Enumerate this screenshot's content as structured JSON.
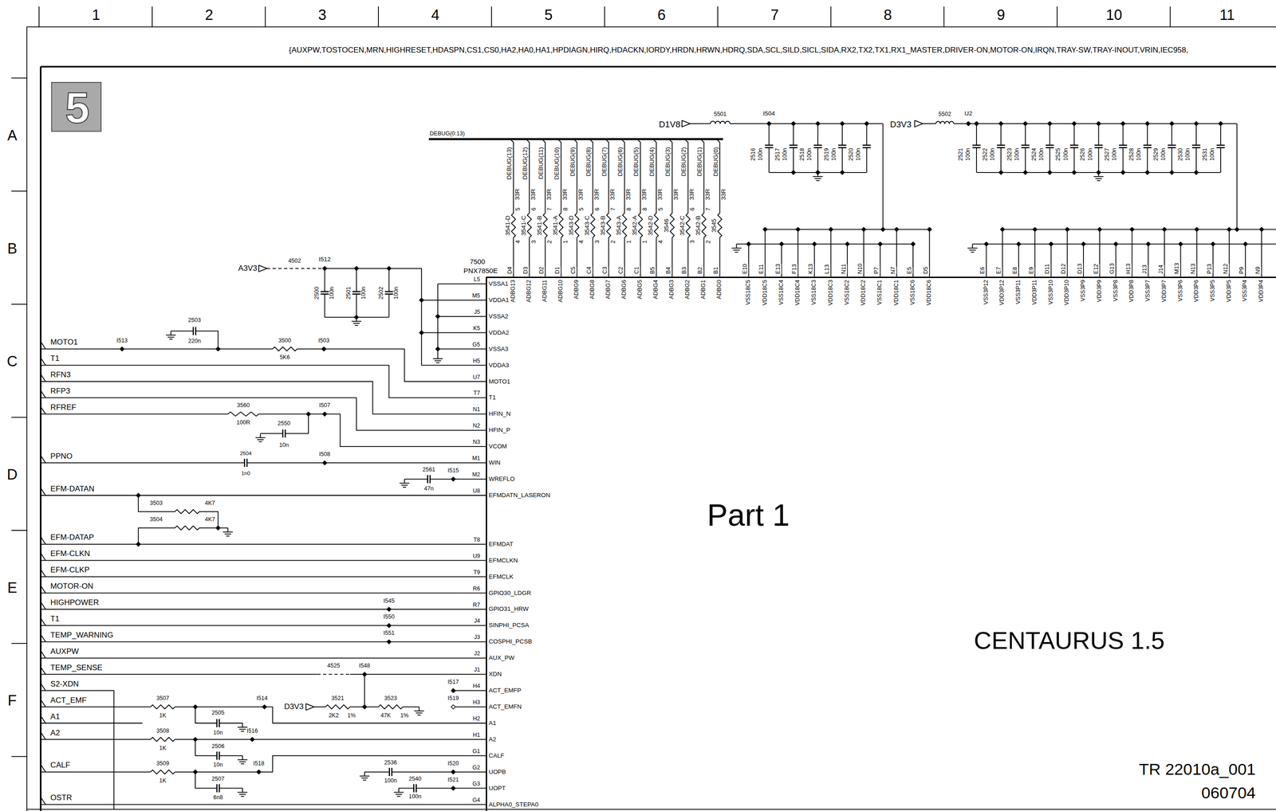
{
  "diagram": {
    "nodes": [
      {
        "text": [
          "5"
        ]
      },
      {
        "text": [
          "7500",
          "PNX7850E",
          "Part 1"
        ]
      }
    ],
    "labels": [
      "1",
      "2",
      "3",
      "4",
      "5",
      "6",
      "7",
      "8",
      "9",
      "10",
      "11",
      "A",
      "B",
      "C",
      "D",
      "E",
      "F",
      "{AUXPW,TOSTOCEN,MRN,HIGHRESET,HDASPN,CS1,CS0,HA2,HA0,HA1,HPDIAGN,HIRQ,HDACKN,IORDY,HRDN,HRWN,HDRQ,SDA,SCL,SILD,SICL,SIDA,RX2,TX2,TX1,RX1_MASTER,DRIVER-ON,MOTOR-ON,IRQN,TRAY-SW,TRAY-INOUT,VRIN,IEC958,",
      "DEBUG(0:13)",
      "DEBUG(13)",
      "DEBUG(12)",
      "DEBUG(11)",
      "DEBUG(10)",
      "DEBUG(9)",
      "DEBUG(8)",
      "DEBUG(7)",
      "DEBUG(6)",
      "DEBUG(5)",
      "DEBUG(4)",
      "DEBUG(3)",
      "DEBUG(2)",
      "DEBUG(1)",
      "DEBUG(0)",
      "33R",
      "33R",
      "33R",
      "33R",
      "33R",
      "33R",
      "33R",
      "33R",
      "33R",
      "33R",
      "33R",
      "33R",
      "33R",
      "33R",
      "3541-D",
      "3541-C",
      "3541-B",
      "3541-A",
      "3543-D",
      "3543-C",
      "3543-B",
      "3543-A",
      "3542-A",
      "3542-D",
      "3546",
      "3542-C",
      "3542-B",
      "3545",
      "5",
      "4",
      "6",
      "3",
      "7",
      "2",
      "8",
      "1",
      "5",
      "4",
      "6",
      "3",
      "7",
      "2",
      "8",
      "1",
      "8",
      "1",
      "5",
      "4",
      "6",
      "3",
      "7",
      "2",
      "D4",
      "D3",
      "D2",
      "D1",
      "C5",
      "C4",
      "C3",
      "C2",
      "C1",
      "B5",
      "B4",
      "B3",
      "B2",
      "B1",
      "ADBG13",
      "ADBG12",
      "ADBG11",
      "ADBG10",
      "ADBG9",
      "ADBG8",
      "ADBG7",
      "ADBG6",
      "ADBG5",
      "ADBG4",
      "ADBG3",
      "ADBG2",
      "ADBG1",
      "ADBG0",
      "D1V8",
      "5501",
      "I504",
      "2516",
      "100n",
      "2517",
      "100n",
      "2518",
      "100n",
      "2519",
      "100n",
      "2520",
      "100n",
      "E10",
      "E11",
      "E13",
      "F13",
      "K13",
      "L13",
      "N11",
      "N10",
      "P7",
      "N7",
      "E5",
      "D5",
      "VSS18C5",
      "VDD18C5",
      "VSS18C4",
      "VDD18C4",
      "VSS18C3",
      "VDD18C3",
      "VSS18C2",
      "VDD18C2",
      "VSS18C1",
      "VDD18C1",
      "VSS18C6",
      "VDD18C6",
      "D3V3",
      "5502",
      "U2",
      "2521",
      "100n",
      "2522",
      "100n",
      "2523",
      "100n",
      "2524",
      "100n",
      "2525",
      "100n",
      "2526",
      "100n",
      "2527",
      "100n",
      "2528",
      "100n",
      "2529",
      "100n",
      "2530",
      "100n",
      "2531",
      "100n",
      "E6",
      "E7",
      "E8",
      "E9",
      "D11",
      "D12",
      "D13",
      "E12",
      "G13",
      "H13",
      "J13",
      "J14",
      "M13",
      "N13",
      "P13",
      "N12",
      "P9",
      "N9",
      "VSS3P12",
      "VDD3P12",
      "VSS3P11",
      "VDD3P11",
      "VSS3P10",
      "VDD3P10",
      "VSS3P9",
      "VDD3P9",
      "VSS3P8",
      "VDD3P8",
      "VSS3P7",
      "VDD3P7",
      "VSS3P6",
      "VDD3P6",
      "VSS3P5",
      "VDD3P5",
      "VSS3P4",
      "VDD3P4",
      "A3V3",
      "4502",
      "I512",
      "2500",
      "100n",
      "2501",
      "100n",
      "2502",
      "100n",
      "L5",
      "VSSA1",
      "M5",
      "VDDA1",
      "J5",
      "VSSA2",
      "K5",
      "VDDA2",
      "G5",
      "VSSA3",
      "H5",
      "VDDA3",
      "U7",
      "MOTO1",
      "T7",
      "T1",
      "N1",
      "HFIN_N",
      "N2",
      "HFIN_P",
      "N3",
      "VCOM",
      "M1",
      "WIN",
      "M2",
      "WREFLO",
      "U8",
      "EFMDATN_LASERON",
      "T8",
      "EFMDAT",
      "U9",
      "EFMCLKN",
      "T9",
      "EFMCLK",
      "R6",
      "GPIO30_LDGR",
      "R7",
      "GPIO31_HRW",
      "J4",
      "SINPHI_PCSA",
      "J3",
      "COSPHI_PCSB",
      "J2",
      "AUX_PW",
      "J1",
      "XDN",
      "H4",
      "ACT_EMFP",
      "H3",
      "ACT_EMFN",
      "H2",
      "A1",
      "H1",
      "A2",
      "G1",
      "CALF",
      "G2",
      "UOPB",
      "G3",
      "UOPT",
      "G4",
      "ALPHA0_STEPA0",
      "MOTO1",
      "T1",
      "RFN3",
      "RFP3",
      "RFREF",
      "PPNO",
      "EFM-DATAN",
      "EFM-DATAP",
      "EFM-CLKN",
      "EFM-CLKP",
      "MOTOR-ON",
      "HIGHPOWER",
      "T1",
      "TEMP_WARNING",
      "AUXPW",
      "TEMP_SENSE",
      "S2-XDN",
      "ACT_EMF",
      "A1",
      "A2",
      "CALF",
      "OSTR",
      "I513",
      "2503",
      "220n",
      "3500",
      "5K6",
      "I503",
      "3560",
      "100R",
      "2550",
      "10n",
      "I507",
      "2504",
      "1n0",
      "I508",
      "2561",
      "47n",
      "I515",
      "3503",
      "4K7",
      "3504",
      "4K7",
      "I545",
      "I550",
      "I551",
      "4525",
      "I548",
      "I517",
      "I519",
      "3507",
      "1K",
      "2505",
      "10n",
      "I514",
      "D3V3",
      "3521",
      "2K2",
      "1%",
      "3523",
      "47K",
      "1%",
      "3508",
      "1K",
      "2506",
      "10n",
      "I516",
      "3509",
      "1K",
      "2507",
      "6n8",
      "I518",
      "2536",
      "100n",
      "I520",
      "2540",
      "100n",
      "I521",
      "CENTAURUS 1.5",
      "TR 22010a_001",
      "060704"
    ]
  }
}
